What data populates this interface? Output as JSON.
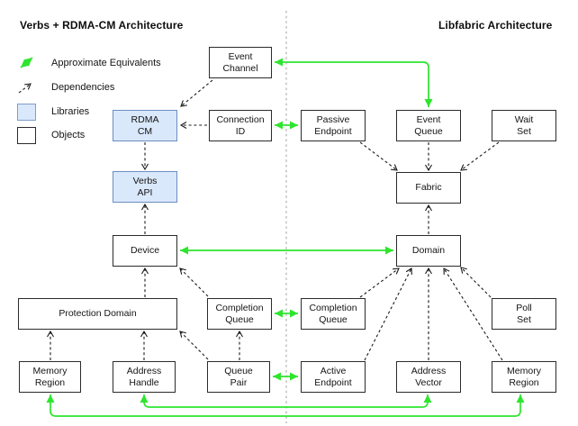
{
  "titles": {
    "left": "Verbs + RDMA-CM Architecture",
    "right": "Libfabric Architecture"
  },
  "legend": {
    "items": [
      {
        "label": "Approximate Equivalents",
        "icon": "approximate-equivalents-arrow-icon"
      },
      {
        "label": "Dependencies",
        "icon": "dependency-arrow-icon"
      },
      {
        "label": "Libraries",
        "icon": "libraries-swatch-icon"
      },
      {
        "label": "Objects",
        "icon": "objects-swatch-icon"
      }
    ]
  },
  "colors": {
    "equivalent_green": "#2ee52e",
    "library_fill": "#dae8fc",
    "library_stroke": "#6c8ebf",
    "object_stroke": "#2b2b2b",
    "separator_gray": "#bfbfbf"
  },
  "nodes": {
    "event_channel": {
      "label": "Event\nChannel",
      "kind": "object"
    },
    "rdma_cm": {
      "label": "RDMA\nCM",
      "kind": "library"
    },
    "connection_id": {
      "label": "Connection\nID",
      "kind": "object"
    },
    "verbs_api": {
      "label": "Verbs\nAPI",
      "kind": "library"
    },
    "device": {
      "label": "Device",
      "kind": "object"
    },
    "protection_domain": {
      "label": "Protection Domain",
      "kind": "object"
    },
    "completion_queue_verbs": {
      "label": "Completion\nQueue",
      "kind": "object"
    },
    "memory_region_verbs": {
      "label": "Memory\nRegion",
      "kind": "object"
    },
    "address_handle": {
      "label": "Address\nHandle",
      "kind": "object"
    },
    "queue_pair": {
      "label": "Queue\nPair",
      "kind": "object"
    },
    "passive_endpoint": {
      "label": "Passive\nEndpoint",
      "kind": "object"
    },
    "event_queue": {
      "label": "Event\nQueue",
      "kind": "object"
    },
    "wait_set": {
      "label": "Wait\nSet",
      "kind": "object"
    },
    "fabric": {
      "label": "Fabric",
      "kind": "object"
    },
    "domain": {
      "label": "Domain",
      "kind": "object"
    },
    "completion_queue_libfabric": {
      "label": "Completion\nQueue",
      "kind": "object"
    },
    "poll_set": {
      "label": "Poll\nSet",
      "kind": "object"
    },
    "active_endpoint": {
      "label": "Active\nEndpoint",
      "kind": "object"
    },
    "address_vector": {
      "label": "Address\nVector",
      "kind": "object"
    },
    "memory_region_libfabric": {
      "label": "Memory\nRegion",
      "kind": "object"
    }
  },
  "edges": {
    "approximate_equivalents": [
      [
        "event_channel",
        "event_queue"
      ],
      [
        "connection_id",
        "passive_endpoint"
      ],
      [
        "device",
        "domain"
      ],
      [
        "completion_queue_verbs",
        "completion_queue_libfabric"
      ],
      [
        "queue_pair",
        "active_endpoint"
      ],
      [
        "address_handle",
        "address_vector"
      ],
      [
        "memory_region_verbs",
        "memory_region_libfabric"
      ]
    ],
    "dependencies": [
      [
        "event_channel",
        "rdma_cm"
      ],
      [
        "connection_id",
        "rdma_cm"
      ],
      [
        "rdma_cm",
        "verbs_api"
      ],
      [
        "device",
        "verbs_api"
      ],
      [
        "protection_domain",
        "device"
      ],
      [
        "completion_queue_verbs",
        "device"
      ],
      [
        "memory_region_verbs",
        "protection_domain"
      ],
      [
        "address_handle",
        "protection_domain"
      ],
      [
        "queue_pair",
        "protection_domain"
      ],
      [
        "queue_pair",
        "completion_queue_verbs"
      ],
      [
        "passive_endpoint",
        "fabric"
      ],
      [
        "event_queue",
        "fabric"
      ],
      [
        "wait_set",
        "fabric"
      ],
      [
        "domain",
        "fabric"
      ],
      [
        "completion_queue_libfabric",
        "domain"
      ],
      [
        "active_endpoint",
        "domain"
      ],
      [
        "address_vector",
        "domain"
      ],
      [
        "memory_region_libfabric",
        "domain"
      ],
      [
        "poll_set",
        "domain"
      ]
    ]
  }
}
